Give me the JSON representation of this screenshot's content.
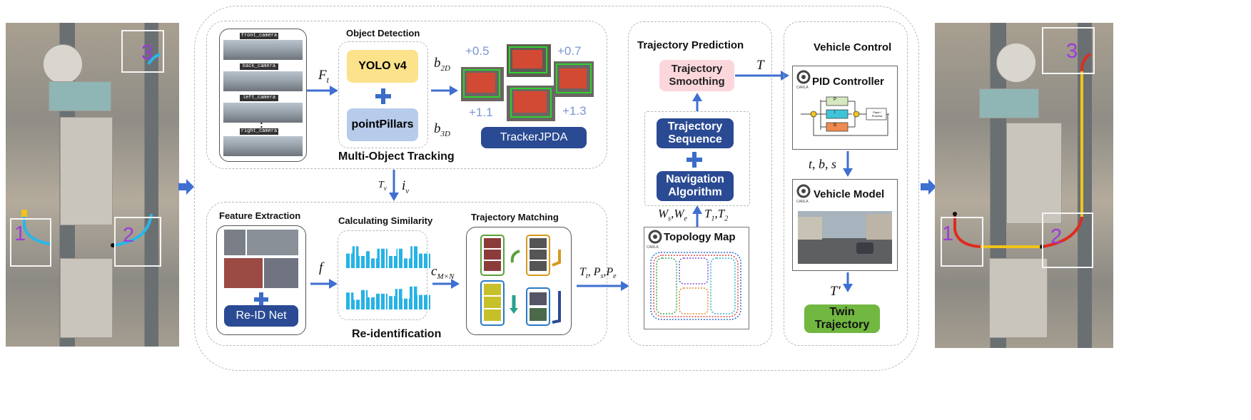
{
  "colors": {
    "navy": "#2a4a93",
    "yolo": "#fce28b",
    "pointpillars": "#b7cbea",
    "smoothing": "#fbd7dc",
    "twin": "#71b740",
    "arrow": "#3f6fd1",
    "similarity_bars": "#25b3e6",
    "route_blue": "#28b7e8",
    "route_red": "#e02b20",
    "route_yellow": "#f0c419",
    "region_numbers": "#9b3bd8"
  },
  "left_map": {
    "numbers": [
      "1",
      "2",
      "3"
    ]
  },
  "right_map": {
    "numbers": [
      "1",
      "2",
      "3"
    ]
  },
  "cameras": {
    "front": "front_camera",
    "back": "back_camera",
    "left": "left_camera",
    "right": "right_camera",
    "dots": ":"
  },
  "math": {
    "ft": "F",
    "ft_sub": "t",
    "b2d": "b",
    "b2d_sub": "2D",
    "b3d": "b",
    "b3d_sub": "3D",
    "tv": "T",
    "tv_sub": "v",
    "iv": "i",
    "iv_sub": "v",
    "f": "f",
    "cmn": "c",
    "cmn_sub": "M×N",
    "tpp": "T",
    "tpp_sub": "t",
    "ps": "P",
    "ps_sub": "s",
    "pe": "P",
    "pe_sub": "e",
    "ws": "W",
    "ws_sub": "s",
    "we": "W",
    "we_sub": "e",
    "t1": "T",
    "t1_sub": "1",
    "t2": "T",
    "t2_sub": "2",
    "t_out": "T",
    "tbs": "t, b, s",
    "tprime": "T′"
  },
  "mot": {
    "object_detection": "Object Detection",
    "yolo": "YOLO v4",
    "pointpillars": "pointPillars",
    "tracker": "TrackerJPDA",
    "title": "Multi-Object Tracking",
    "confidences": [
      "+0.5",
      "+0.7",
      "+1.1",
      "+1.3"
    ]
  },
  "reid": {
    "feature_extraction": "Feature Extraction",
    "reid_net": "Re-ID Net",
    "calculating_similarity": "Calculating Similarity",
    "trajectory_matching": "Trajectory Matching",
    "title": "Re-identification"
  },
  "prediction": {
    "title": "Trajectory Prediction",
    "smoothing": "Trajectory Smoothing",
    "sequence": "Trajectory Sequence",
    "navigation": "Navigation Algorithm",
    "topology": "Topology Map",
    "carla": "CARLA"
  },
  "control": {
    "title": "Vehicle Control",
    "pid": "PID Controller",
    "pid_blocks": [
      "P",
      "I",
      "D"
    ],
    "plant": "Plant / Process",
    "vehicle_model": "Vehicle Model",
    "twin": "Twin Trajectory",
    "carla": "CARLA"
  }
}
